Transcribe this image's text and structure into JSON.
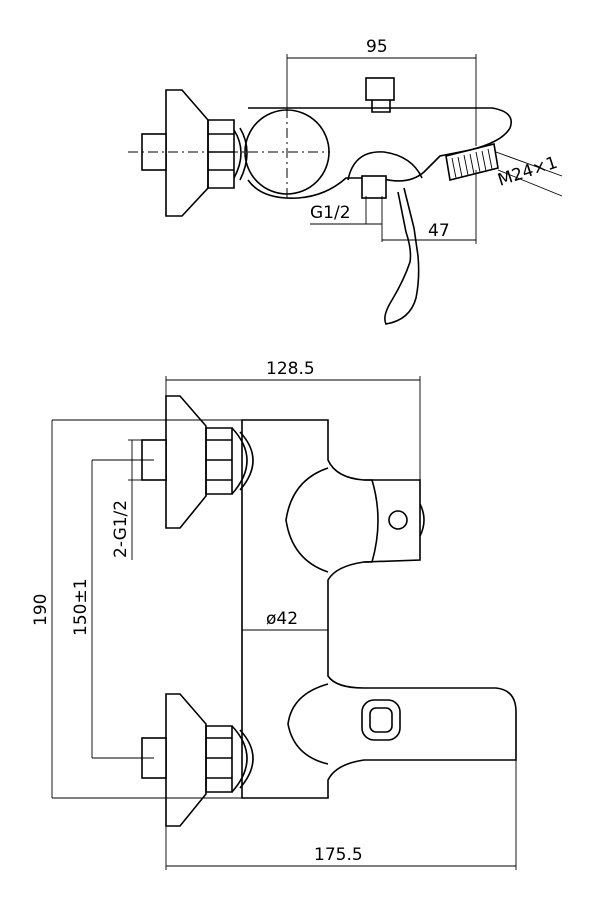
{
  "drawing": {
    "top_view": {
      "dim_width": "95",
      "dim_thread_inlet": "G1/2",
      "dim_spout_offset": "47",
      "dim_outlet_thread": "M24×1"
    },
    "front_view": {
      "dim_top_width": "128.5",
      "dim_height": "190",
      "dim_centers": "150±1",
      "dim_inlets": "2-G1/2",
      "dim_body_diameter": "ø42",
      "dim_total_width": "175.5"
    }
  },
  "colors": {
    "line": "#000000",
    "background": "#ffffff"
  }
}
